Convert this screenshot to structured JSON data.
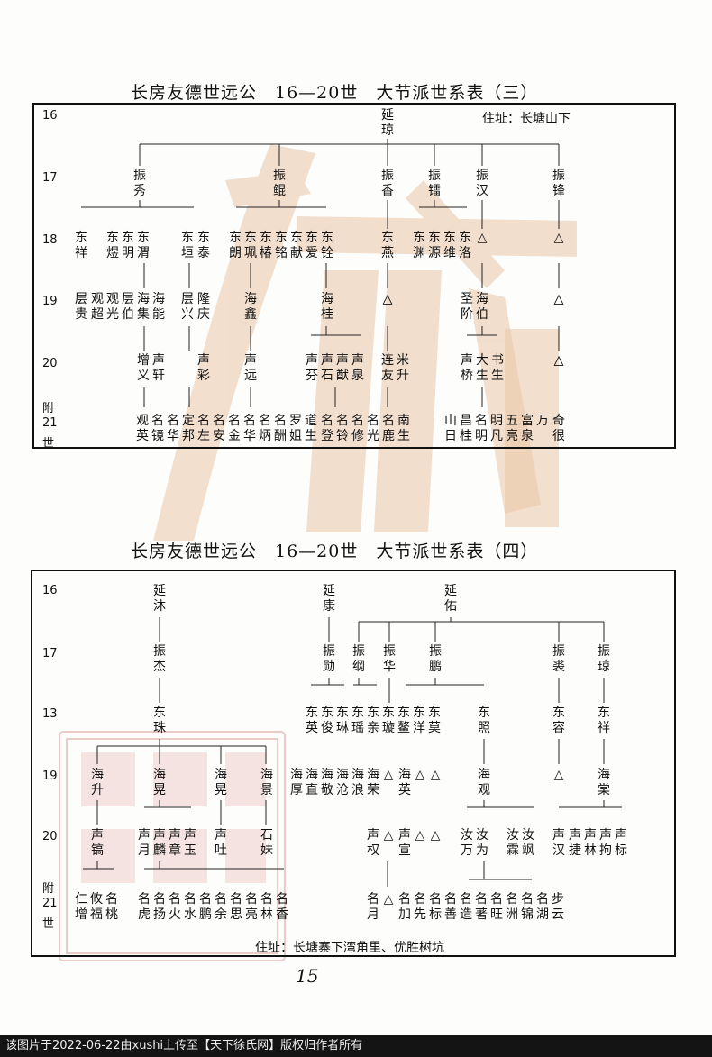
{
  "table1": {
    "title": "长房友德世远公　16—20世　大节派世系表（三）",
    "address": "住址：长塘山下",
    "gen": [
      "16",
      "17",
      "18",
      "19",
      "20",
      "附",
      "21",
      "世"
    ],
    "g16": [
      "延琼"
    ],
    "g17": [
      "振秀",
      "振鲲",
      "振香",
      "振镭",
      "振汉",
      "振锋"
    ],
    "g18": [
      "东祥",
      "东煜",
      "东明",
      "东渭",
      "东垣",
      "东泰",
      "东朗",
      "东珮",
      "东椿",
      "东铭",
      "东献",
      "东爱",
      "东铨",
      "东燕",
      "东渊",
      "东源",
      "东维",
      "东洛",
      "△",
      "△"
    ],
    "g19": [
      "层贵",
      "观超",
      "观光",
      "层伯",
      "海集",
      "海能",
      "层兴",
      "隆庆",
      "海鑫",
      "海桂",
      "△",
      "△",
      "圣阶",
      "海伯",
      "△",
      "△"
    ],
    "g20": [
      "增义",
      "声轩",
      "声彩",
      "声远",
      "声芬",
      "声石",
      "声猷",
      "声泉",
      "连友",
      "米升",
      "声桥",
      "大生",
      "书生",
      "△",
      "△"
    ],
    "g21": [
      "观英",
      "名镜",
      "名华",
      "定邦",
      "名左",
      "名安",
      "名金",
      "名华",
      "名炳",
      "名酬",
      "罗姐",
      "道生",
      "名登",
      "名铃",
      "名修",
      "名光",
      "名鹿",
      "南生",
      "山日",
      "昌桂",
      "名明",
      "明凡",
      "五亮",
      "富泉",
      "万",
      "奇很"
    ]
  },
  "table2": {
    "title": "长房友德世远公　16—20世　大节派世系表（四）",
    "address": "住址：长塘寨下湾角里、优胜树坑",
    "gen": [
      "16",
      "17",
      "13",
      "19",
      "20",
      "附",
      "21",
      "世"
    ],
    "g16": [
      "延沐",
      "延康",
      "延佑"
    ],
    "g17": [
      "振杰",
      "振勋",
      "振纲",
      "振华",
      "振鹏",
      "振裘",
      "振琼"
    ],
    "g18": [
      "东珠",
      "东英",
      "东俊",
      "东琳",
      "东瑶",
      "东亲",
      "东璇",
      "东鳌",
      "东洋",
      "东莫",
      "东照",
      "东容",
      "东祥"
    ],
    "g19": [
      "海升",
      "海晃",
      "海晃",
      "海景",
      "海厚",
      "海直",
      "海敬",
      "海沧",
      "海浪",
      "海荣",
      "△",
      "海英",
      "△",
      "△",
      "海观",
      "△",
      "海棠"
    ],
    "g20": [
      "声镐",
      "声月",
      "声麟",
      "声章",
      "声玉",
      "声吐",
      "石妹",
      "声权",
      "△",
      "声宣",
      "△",
      "△",
      "汝万",
      "汝为",
      "汝霖",
      "汝飒",
      "声汉",
      "声捷",
      "声林",
      "声拘",
      "声标"
    ],
    "g21": [
      "仁增",
      "攸福",
      "名桃",
      "名虎",
      "名扬",
      "名火",
      "名水",
      "名鹏",
      "名余",
      "名思",
      "名亮",
      "名林",
      "名香",
      "名月",
      "△",
      "名加",
      "名先",
      "名标",
      "名善",
      "名造",
      "名著",
      "名旺",
      "名洲",
      "名锦",
      "名湖",
      "步云"
    ]
  },
  "page_number": "15",
  "footer": "该图片于2022-06-22由xushi上传至【天下徐氏网】版权归作者所有"
}
